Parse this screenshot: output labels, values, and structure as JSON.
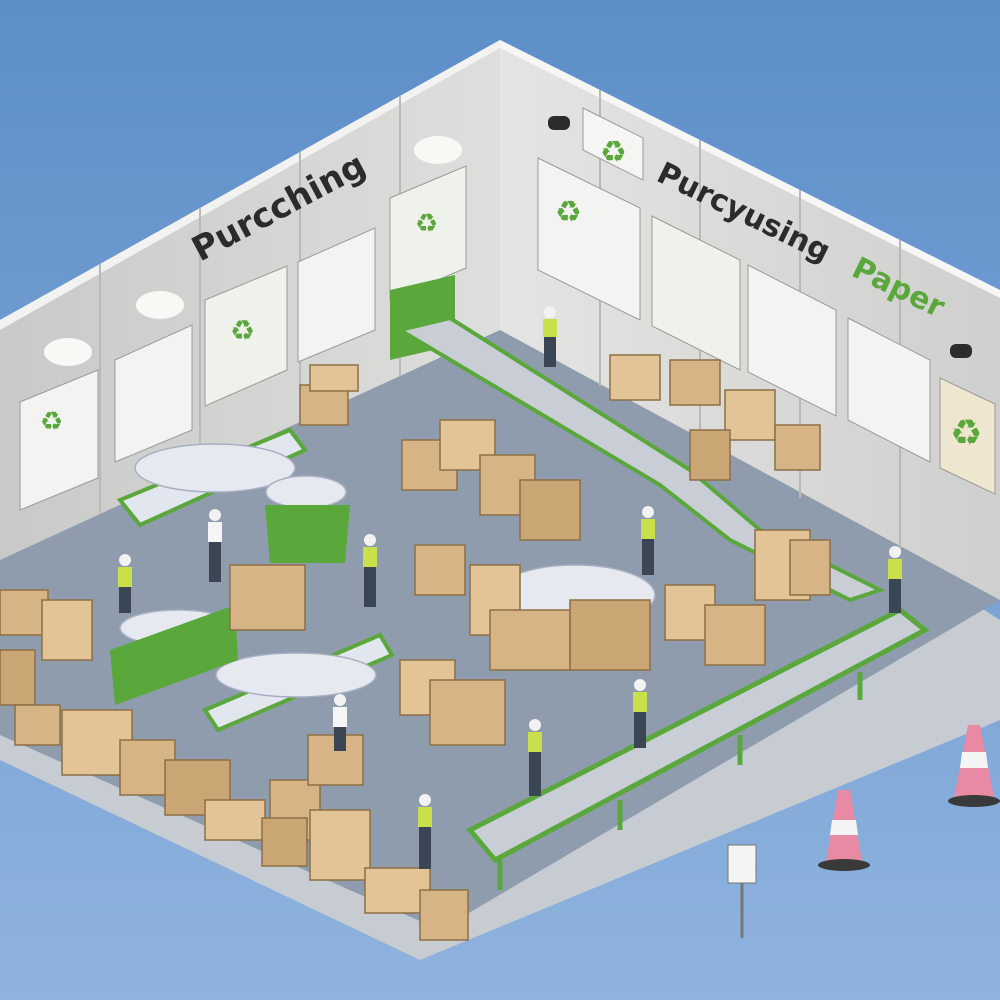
{
  "scene": {
    "left_wall_sign": "Purcching",
    "right_wall_sign_word1": "Purcyusing",
    "right_wall_sign_word2": "Paper",
    "recycle_symbol": "♻",
    "colors": {
      "background": "#6f9bd0",
      "floor": "#8e9cae",
      "floor_edge": "#c7ccd3",
      "wall": "#d8d9d6",
      "accent_green": "#5aa83c",
      "cardboard": "#d6b486",
      "cardboard_dark": "#b8935f",
      "paper": "#e6e9ef",
      "cone_pink": "#e88aa4",
      "cone_white": "#f4f4f4"
    },
    "icons": [
      "recycle-icon",
      "ceiling-lamp-icon",
      "traffic-cone-icon",
      "worker-icon"
    ]
  }
}
